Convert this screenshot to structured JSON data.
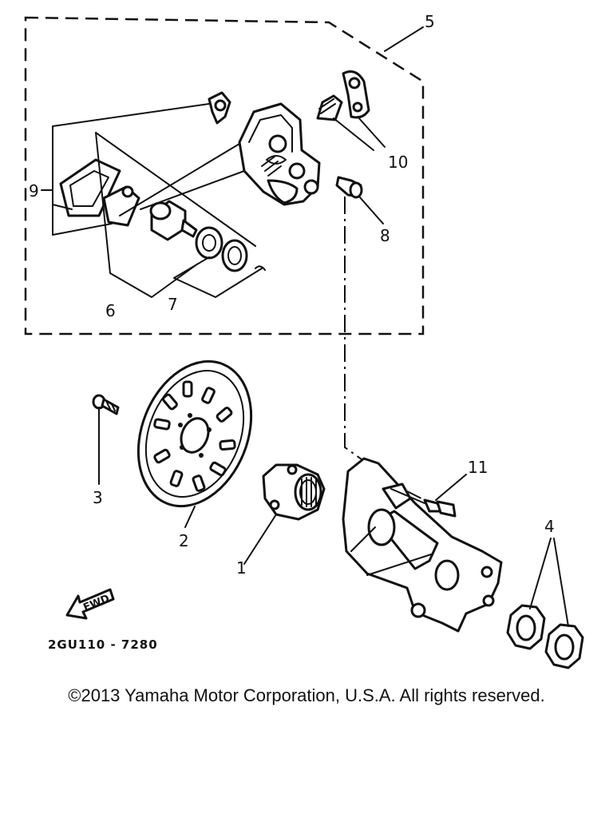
{
  "diagram": {
    "callouts": [
      "1",
      "2",
      "3",
      "4",
      "5",
      "6",
      "7",
      "8",
      "9",
      "10",
      "11"
    ],
    "diagram_code": "2GU110 - 7280",
    "direction_arrow_text": "FWD",
    "copyright": "©2013 Yamaha Motor Corporation, U.S.A. All rights reserved.",
    "colors": {
      "ink": "#111111",
      "background": "#ffffff"
    }
  }
}
